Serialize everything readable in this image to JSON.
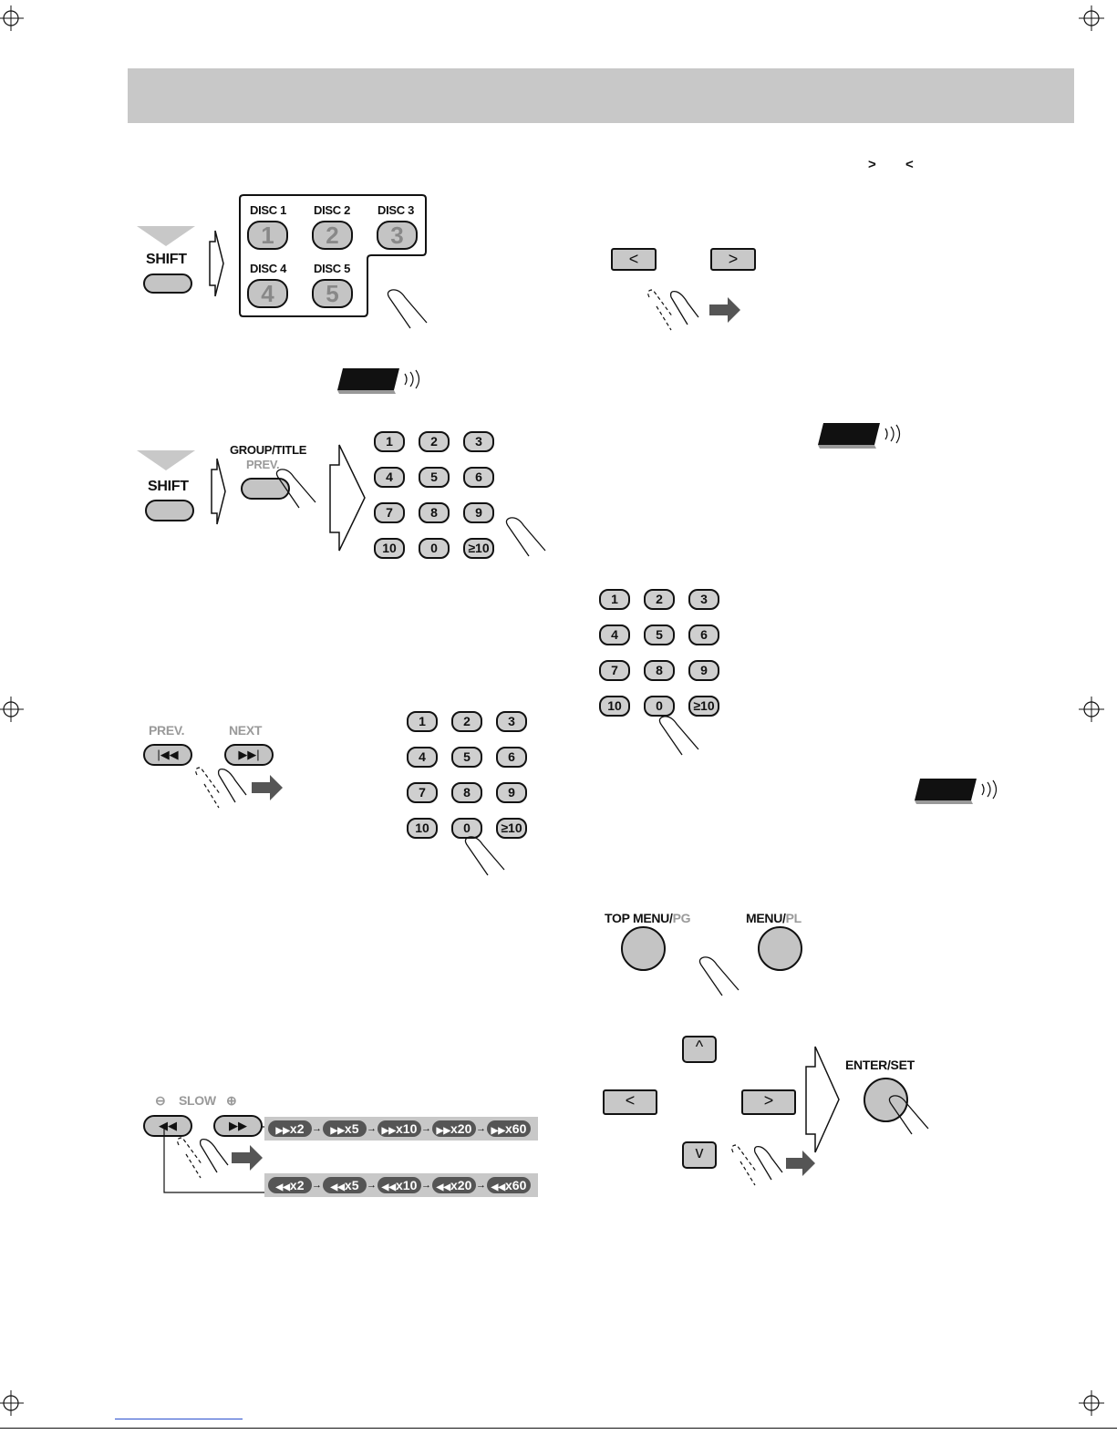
{
  "header": {
    "title": ""
  },
  "top_right_glyphs": [
    ">",
    "<"
  ],
  "disc_panel": {
    "shift_label": "SHIFT",
    "discs": [
      {
        "label": "DISC 1",
        "num": "1"
      },
      {
        "label": "DISC 2",
        "num": "2"
      },
      {
        "label": "DISC 3",
        "num": "3"
      },
      {
        "label": "DISC 4",
        "num": "4"
      },
      {
        "label": "DISC 5",
        "num": "5"
      }
    ]
  },
  "group_panel": {
    "shift_label": "SHIFT",
    "group_label": "GROUP/TITLE",
    "prev_label": "PREV."
  },
  "numpad": [
    "1",
    "2",
    "3",
    "4",
    "5",
    "6",
    "7",
    "8",
    "9",
    "10",
    "0",
    "≥10"
  ],
  "prev_next": {
    "prev_label": "PREV.",
    "next_label": "NEXT"
  },
  "cursor_keys": {
    "left": "<",
    "right": ">"
  },
  "menu_panel": {
    "top_menu_label": "TOP MENU/",
    "top_menu_suffix": "PG",
    "menu_label": "MENU/",
    "menu_suffix": "PL",
    "enter_label": "ENTER/SET",
    "up": "^",
    "down": "v"
  },
  "slow_panel": {
    "slow_label": "SLOW"
  },
  "speeds": {
    "forward": [
      "x2",
      "x5",
      "x10",
      "x20",
      "x60"
    ],
    "reverse": [
      "x2",
      "x5",
      "x10",
      "x20",
      "x60"
    ],
    "fwd_glyph": "▶▶",
    "rev_glyph": "◀◀"
  }
}
